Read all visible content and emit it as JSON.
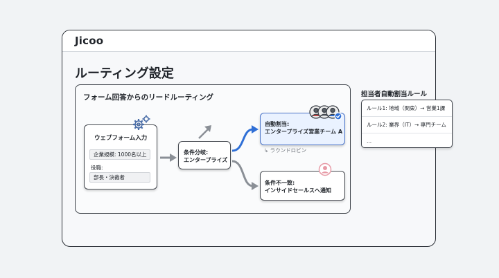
{
  "app": {
    "brand": "Jicoo"
  },
  "page": {
    "title": "ルーティング設定"
  },
  "panel": {
    "title": "フォーム回答からのリードルーティング",
    "form_card": {
      "title": "ウェブフォーム入力",
      "field1_value": "企業規模: 1000名以上",
      "field2_label": "役職:",
      "field2_value": "部長・決裁者"
    },
    "branch_card": {
      "line1": "条件分岐:",
      "line2": "エンタープライズ"
    },
    "assign_card": {
      "line1": "自動割当:",
      "line2": "エンタープライズ営業チーム A"
    },
    "round_robin": "↳ ラウンドロビン",
    "mismatch_card": {
      "line1": "条件不一致:",
      "line2": "インサイドセールスへ通知"
    }
  },
  "rules": {
    "title": "担当者自動割当ルール",
    "items": [
      "ルール1: 地域（関東）→ 営業1課",
      "ルール2: 業界（IT）→ 専門チーム",
      "..."
    ]
  },
  "colors": {
    "accent_blue": "#2f6fd6",
    "assign_bg": "#eaf2ff",
    "avatar_pink": "#e79aa6",
    "gear_blue": "#4b6ea8"
  }
}
